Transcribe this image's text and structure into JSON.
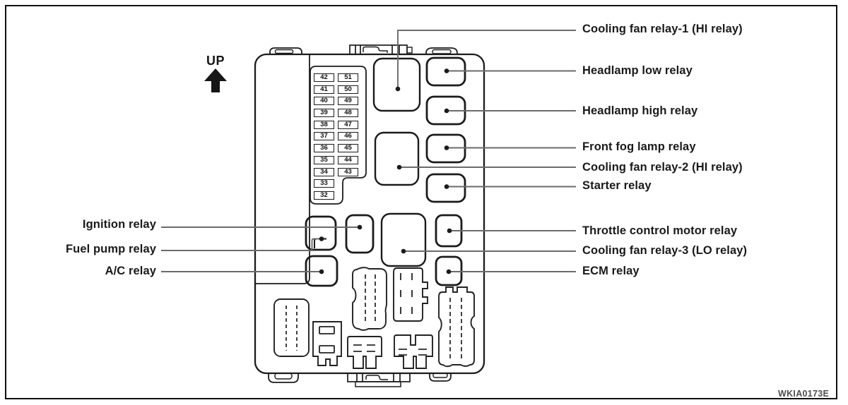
{
  "figure": {
    "code": "WKIA0173E",
    "orientation_label": "UP",
    "arrow_icon": "arrow-up"
  },
  "fuse_box": {
    "fuses": {
      "left_column": [
        "42",
        "41",
        "40",
        "39",
        "38",
        "37",
        "36",
        "35",
        "34",
        "33",
        "32"
      ],
      "right_column": [
        "51",
        "50",
        "49",
        "48",
        "47",
        "46",
        "45",
        "44",
        "43"
      ]
    },
    "relay_callouts": {
      "right": [
        "Cooling fan relay-1 (HI relay)",
        "Headlamp low relay",
        "Headlamp high relay",
        "Front fog lamp relay",
        "Cooling fan relay-2 (HI relay)",
        "Starter relay",
        "Throttle control motor relay",
        "Cooling fan relay-3 (LO relay)",
        "ECM relay"
      ],
      "left": [
        "Ignition relay",
        "Fuel pump relay",
        "A/C relay"
      ]
    }
  },
  "colors": {
    "ink": "#1b1b1b",
    "callout_line": "#6b6b6b",
    "figure_code_text": "#4d4d4d",
    "background": "#ffffff"
  }
}
